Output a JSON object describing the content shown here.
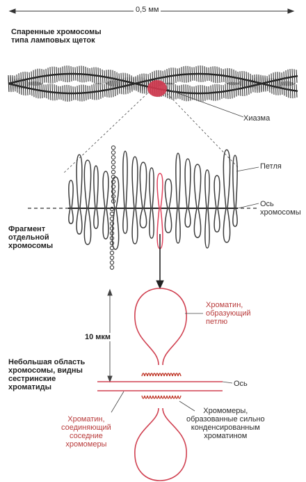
{
  "title": {
    "scale_label": "0,5 мм",
    "lampbrush_label": "Спаренные хромосомы\nтипа ламповых щеток"
  },
  "labels": {
    "chiasma": "Хиазма",
    "loop": "Петля",
    "axis": "Ось\nхромосомы",
    "fragment": "Фрагмент\nотдельной\nхромосомы",
    "size_10um": "10 мкм",
    "chromatin_loop": "Хроматин,\nобразующий\nпетлю",
    "small_region": "Небольшая область\nхромосомы, видны\nсестринские\nхроматиды",
    "axis_short": "Ось",
    "chromatin_connecting": "Хроматин,\nсоединяющий\nсоседние\nхромомеры",
    "chromomeres": "Хромомеры,\nобразованные сильно\nконденсированным\nхроматином"
  },
  "colors": {
    "ink": "#3a3a3a",
    "accent_red": "#c0392b",
    "highlight_red": "#e0405a"
  }
}
